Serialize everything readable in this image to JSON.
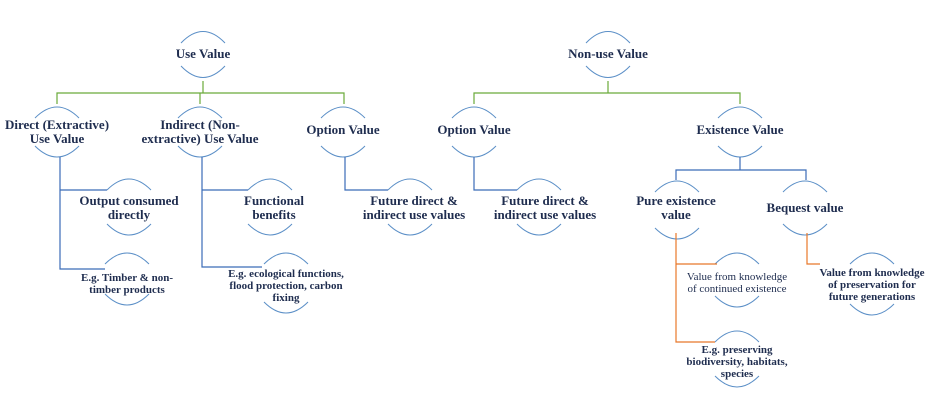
{
  "nodes": {
    "use_value": [
      "Use Value"
    ],
    "direct": [
      "Direct (Extractive)",
      "Use Value"
    ],
    "indirect": [
      "Indirect (Non-",
      "extractive) Use Value"
    ],
    "option_left": [
      "Option Value"
    ],
    "output_consumed": [
      "Output consumed",
      "directly"
    ],
    "timber": [
      "E.g. Timber & non-",
      "timber products"
    ],
    "functional": [
      "Functional",
      "benefits"
    ],
    "eco_functions": [
      "E.g. ecological functions,",
      "flood protection, carbon",
      "fixing"
    ],
    "future_left": [
      "Future direct &",
      "indirect use values"
    ],
    "non_use_value": [
      "Non-use Value"
    ],
    "option_right": [
      "Option Value"
    ],
    "future_right": [
      "Future direct &",
      "indirect use values"
    ],
    "existence": [
      "Existence Value"
    ],
    "pure_existence": [
      "Pure existence",
      "value"
    ],
    "bequest": [
      "Bequest value"
    ],
    "knowledge_existence": [
      "Value from knowledge",
      "of continued existence"
    ],
    "preserving_biodiversity": [
      "E.g. preserving",
      "biodiversity, habitats,",
      "species"
    ],
    "knowledge_preservation": [
      "Value from knowledge",
      "of preservation for",
      "future generations"
    ]
  },
  "colors": {
    "text": "#1f2d4f",
    "arc": "#5b8fc7",
    "green_connector": "#6aaa3a",
    "blue_connector": "#3b6cb7",
    "orange_connector": "#e8782a"
  }
}
